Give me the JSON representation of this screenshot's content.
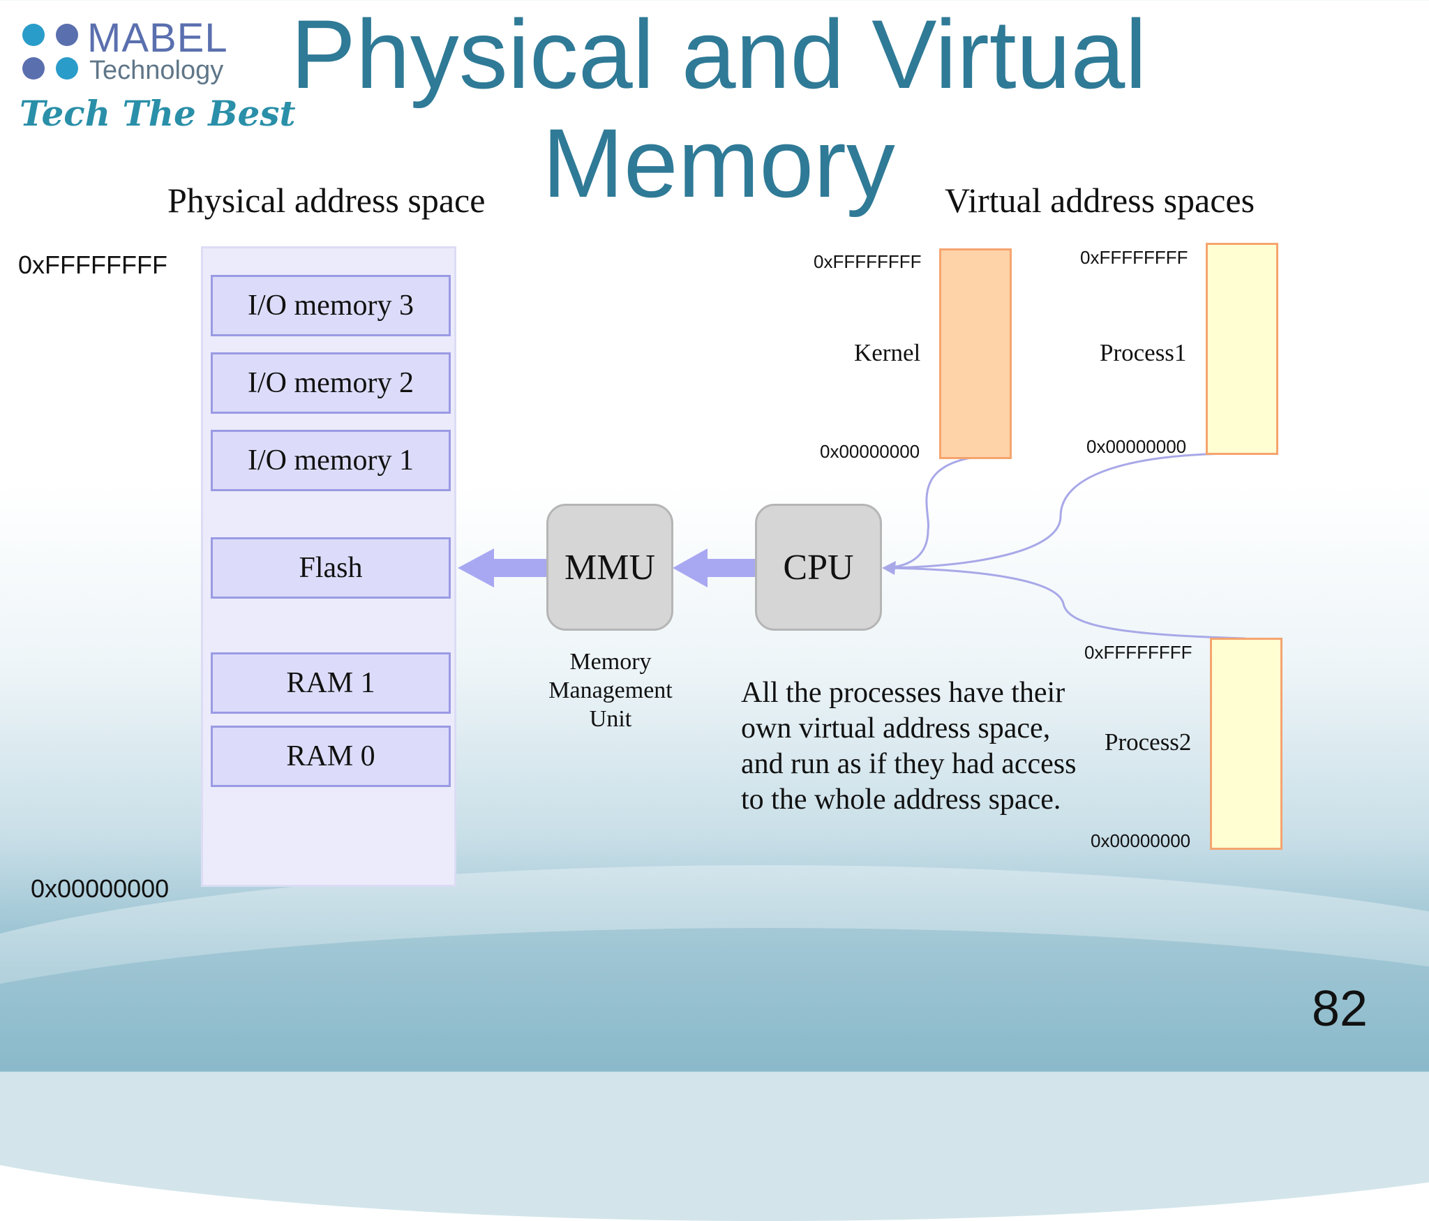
{
  "logo": {
    "name": "MABEL",
    "subtitle": "Technology",
    "tagline": "Tech The Best",
    "dot_colors": [
      "#2a9cc9",
      "#5a6fae",
      "#5a6fae",
      "#2a9cc9"
    ]
  },
  "title": "Physical and Virtual Memory",
  "physical": {
    "header": "Physical address space",
    "top_address": "0xFFFFFFFF",
    "bottom_address": "0x00000000",
    "regions": [
      "I/O memory 3",
      "I/O memory 2",
      "I/O memory 1",
      "Flash",
      "RAM 1",
      "RAM 0"
    ]
  },
  "mmu": {
    "label": "MMU",
    "caption": [
      "Memory",
      "Management",
      "Unit"
    ]
  },
  "cpu": {
    "label": "CPU"
  },
  "virtual": {
    "header": "Virtual address spaces",
    "spaces": [
      {
        "name": "Kernel",
        "top": "0xFFFFFFFF",
        "bottom": "0x00000000",
        "color": "#fed3a8"
      },
      {
        "name": "Process1",
        "top": "0xFFFFFFFF",
        "bottom": "0x00000000",
        "color": "#fefed2"
      },
      {
        "name": "Process2",
        "top": "0xFFFFFFFF",
        "bottom": "0x00000000",
        "color": "#fefed2"
      }
    ]
  },
  "note": "All the processes have their own virtual address space, and run as if they had access to the whole address space.",
  "page_number": "82",
  "colors": {
    "title": "#2f7a96",
    "arrow": "#a8a8f2",
    "connector": "#a8a8e8",
    "virtual_border": "#f5a46e"
  }
}
